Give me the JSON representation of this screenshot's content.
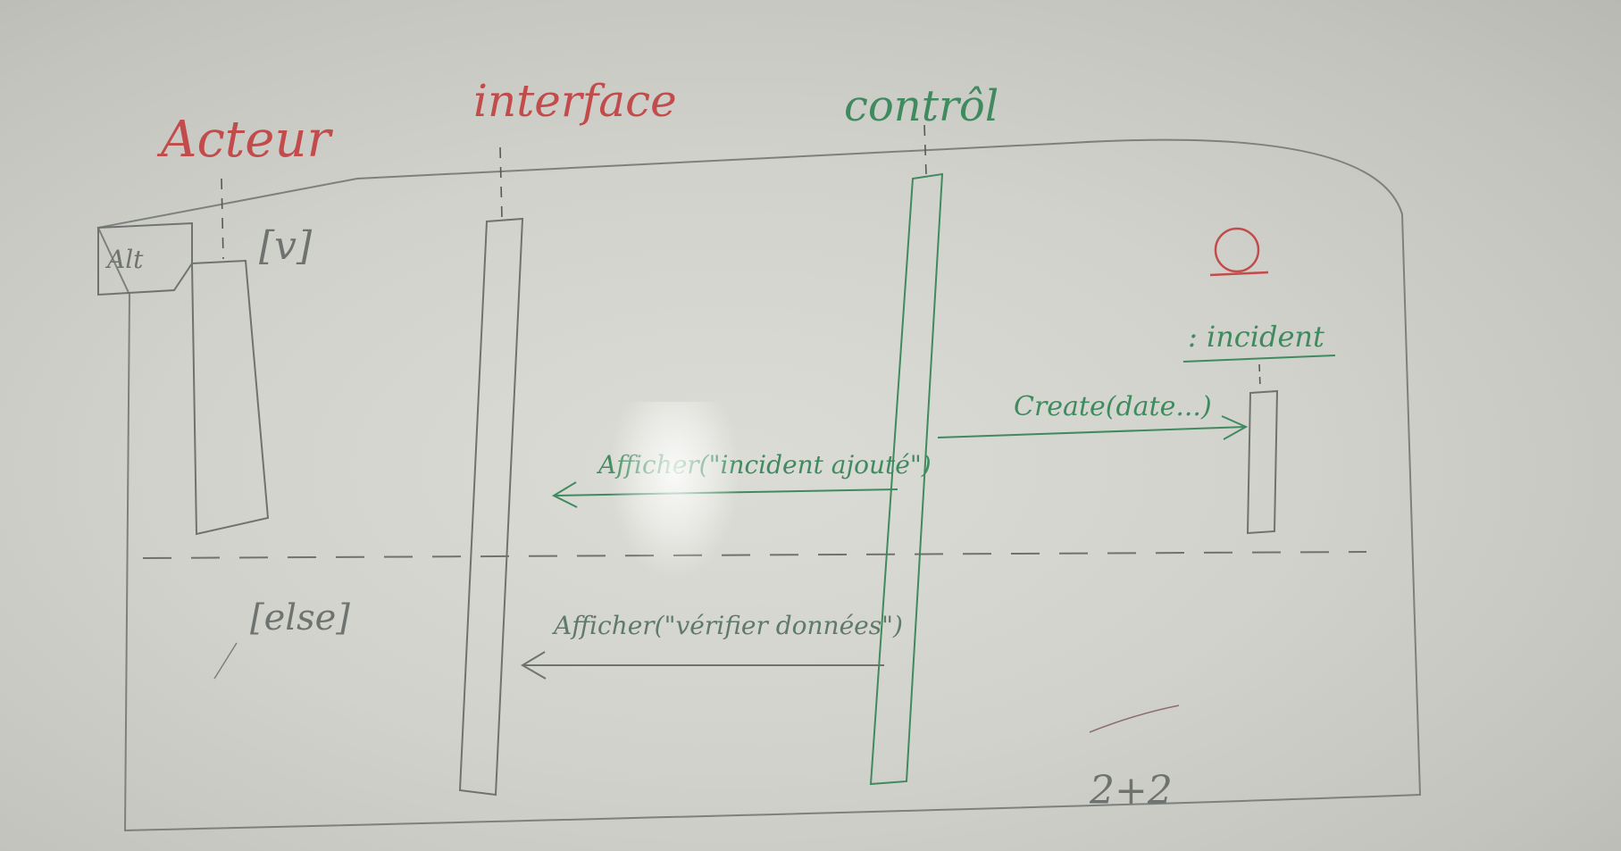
{
  "board": {
    "colors": {
      "red_marker": "#c24b4b",
      "green_marker": "#3f8a5e",
      "gray_marker": "#6f7370",
      "board_surface": "#d6d6d0"
    },
    "lifelines": {
      "actor_label": "Acteur",
      "interface_label": "interface",
      "control_label": "contrôl",
      "incident_label": ": incident"
    },
    "fragment": {
      "operator": "Alt",
      "guard_true": "[v]",
      "guard_else": "[else]"
    },
    "messages": {
      "create": "Create(date...)",
      "show_ok": "Afficher(\"incident ajouté\")",
      "show_verify": "Afficher(\"vérifier données\")"
    },
    "scribble": "2+2"
  }
}
